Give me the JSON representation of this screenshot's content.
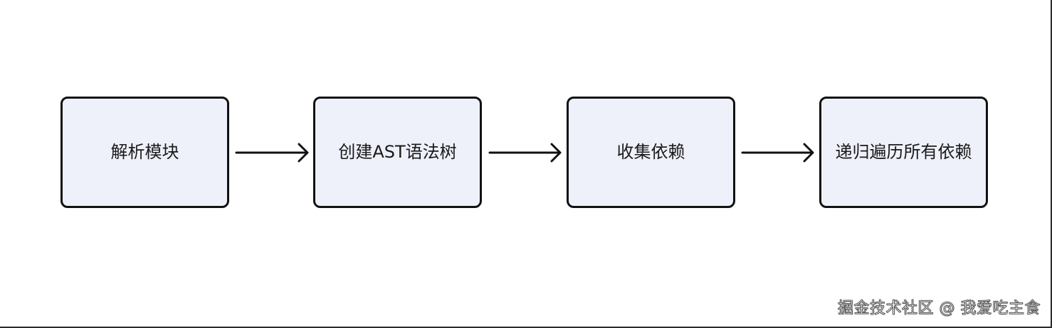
{
  "diagram": {
    "type": "flowchart",
    "direction": "left-to-right",
    "colors": {
      "node_fill": "#eef1fa",
      "node_border": "#111111",
      "arrow": "#111111",
      "background": "#ffffff"
    },
    "nodes": [
      {
        "id": "n1",
        "label": "解析模块"
      },
      {
        "id": "n2",
        "label": "创建AST语法树"
      },
      {
        "id": "n3",
        "label": "收集依赖"
      },
      {
        "id": "n4",
        "label": "递归遍历所有依赖"
      }
    ],
    "edges": [
      {
        "from": "n1",
        "to": "n2"
      },
      {
        "from": "n2",
        "to": "n3"
      },
      {
        "from": "n3",
        "to": "n4"
      }
    ]
  },
  "watermark": {
    "text": "掘金技术社区 @ 我爱吃主食"
  }
}
